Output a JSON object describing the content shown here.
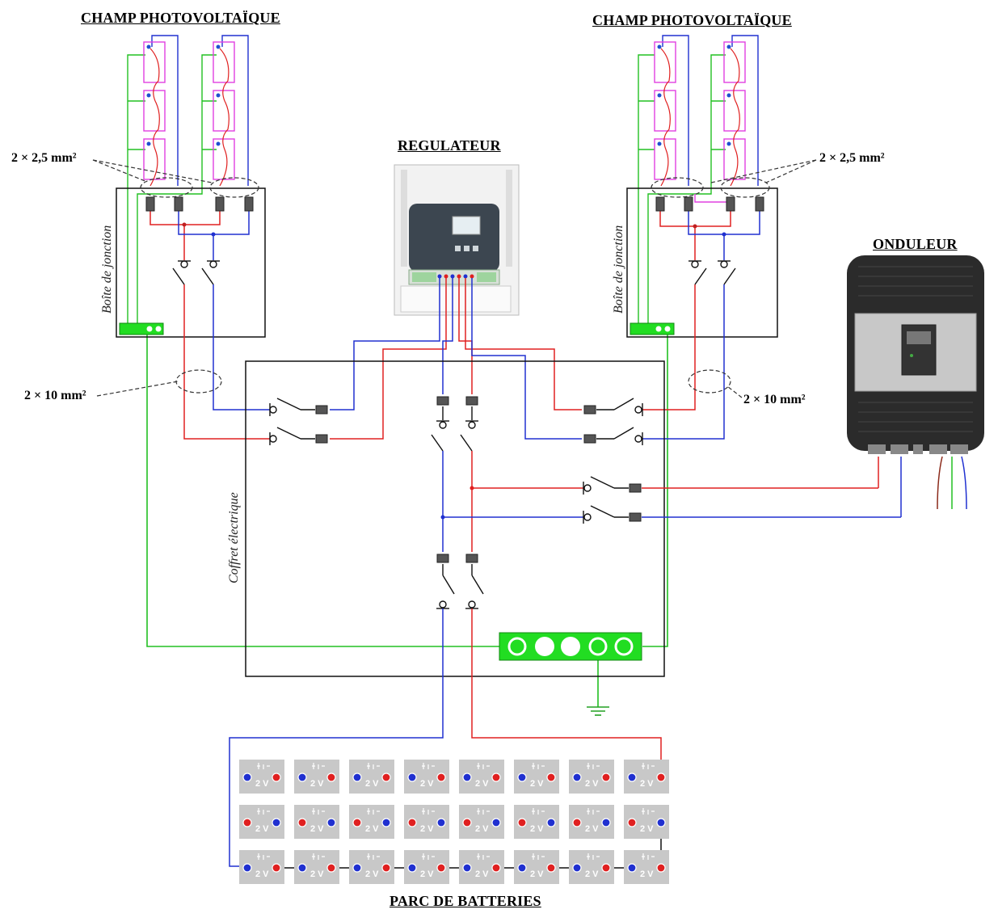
{
  "titles": {
    "pv_left": "CHAMP PHOTOVOLTAÏQUE",
    "pv_right": "CHAMP PHOTOVOLTAÏQUE",
    "regulator": "REGULATEUR",
    "inverter": "ONDULEUR",
    "battery_bank": "PARC DE BATTERIES"
  },
  "labels": {
    "cable_pv_left": "2 × 2,5 mm²",
    "cable_pv_right": "2 × 2,5 mm²",
    "cable_main_left": "2 × 10 mm²",
    "cable_main_right": "2 × 10 mm²",
    "junction_box_left": "Boîte de jonction",
    "junction_box_right": "Boîte de jonction",
    "electrical_cabinet": "Coffret électrique"
  },
  "battery": {
    "cell_label": "2 V",
    "rows": 3,
    "columns": 8
  },
  "colors": {
    "positive": "#e02020",
    "negative": "#2030d0",
    "earth": "#22c022",
    "pv_string": "#e040e0",
    "enclosure": "#111111",
    "battery_cell": "#c8c8c8"
  }
}
